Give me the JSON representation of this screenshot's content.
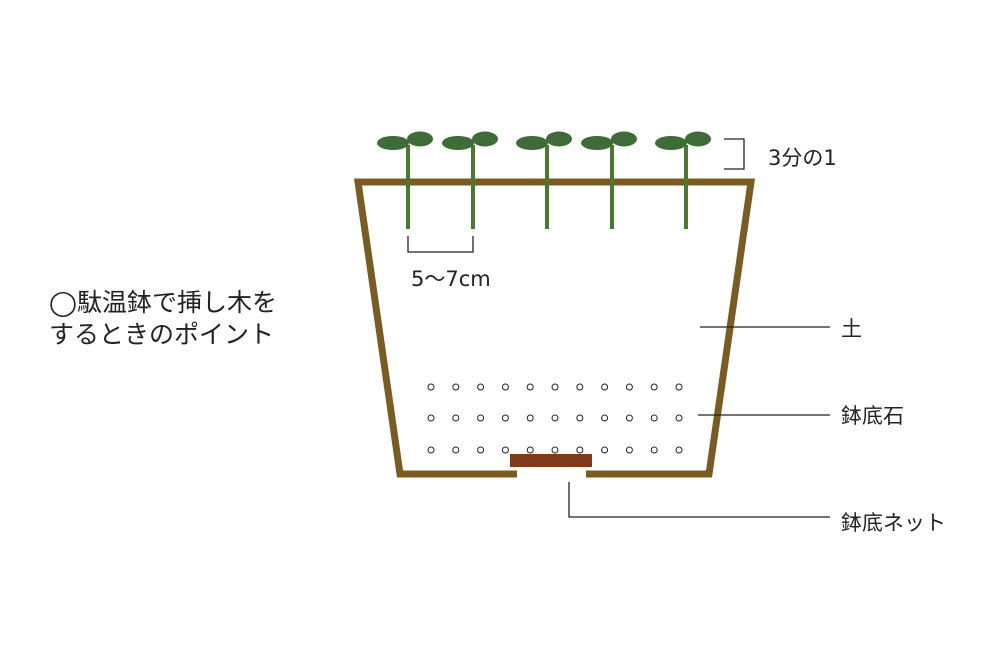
{
  "title": {
    "line1": "◯駄温鉢で挿し木を",
    "line2": "するときのポイント"
  },
  "labels": {
    "depth_fraction": "3分の1",
    "spacing": "5〜7cm",
    "soil": "土",
    "pot_bottom_stones": "鉢底石",
    "pot_bottom_net": "鉢底ネット"
  },
  "colors": {
    "pot_outline": "#7a5c22",
    "seedling": "#4a7a2e",
    "leaf": "#3e6b38",
    "net": "#7f3a1c",
    "line": "#222222",
    "background": "#ffffff"
  },
  "diagram": {
    "seedling_count": 5,
    "stone_rows": 3,
    "stone_columns": 11
  }
}
